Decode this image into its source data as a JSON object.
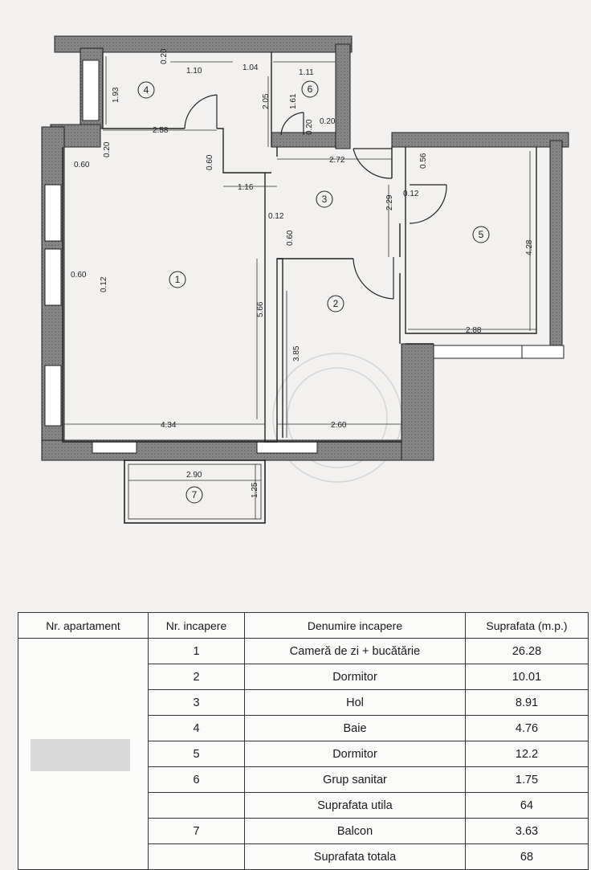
{
  "floor_plan": {
    "rooms": [
      {
        "number": "1"
      },
      {
        "number": "2"
      },
      {
        "number": "3"
      },
      {
        "number": "4"
      },
      {
        "number": "5"
      },
      {
        "number": "6"
      },
      {
        "number": "7"
      }
    ],
    "dimensions": {
      "d_1_10": "1.10",
      "d_1_04": "1.04",
      "d_1_11": "1.11",
      "d_1_93": "1.93",
      "d_0_20_a": "0.20",
      "d_2_05": "2.05",
      "d_1_61": "1.61",
      "d_0_20_b": "0.20",
      "d_0_20_c": "0.20",
      "d_2_58": "2.58",
      "d_0_20_d": "0.20",
      "d_0_60_a": "0.60",
      "d_0_60_b": "0.60",
      "d_1_16": "1.16",
      "d_2_72": "2.72",
      "d_0_56": "0.56",
      "d_2_29": "2.29",
      "d_0_12_a": "0.12",
      "d_0_12_b": "0.12",
      "d_0_60_c": "0.60",
      "d_0_60_d": "0.60",
      "d_0_12_c": "0.12",
      "d_4_28": "4.28",
      "d_5_66": "5.66",
      "d_3_85": "3.85",
      "d_2_88": "2.88",
      "d_4_34": "4.34",
      "d_2_60": "2.60",
      "d_2_90": "2.90",
      "d_1_25": "1.25"
    }
  },
  "table": {
    "headers": [
      "Nr. apartament",
      "Nr. incapere",
      "Denumire incapere",
      "Suprafata (m.p.)"
    ],
    "rows": [
      {
        "nr": "1",
        "name": "Cameră de zi + bucătărie",
        "area": "26.28"
      },
      {
        "nr": "2",
        "name": "Dormitor",
        "area": "10.01"
      },
      {
        "nr": "3",
        "name": "Hol",
        "area": "8.91"
      },
      {
        "nr": "4",
        "name": "Baie",
        "area": "4.76"
      },
      {
        "nr": "5",
        "name": "Dormitor",
        "area": "12.2"
      },
      {
        "nr": "6",
        "name": "Grup sanitar",
        "area": "1.75"
      },
      {
        "nr": "",
        "name": "Suprafata utila",
        "area": "64"
      },
      {
        "nr": "7",
        "name": "Balcon",
        "area": "3.63"
      },
      {
        "nr": "",
        "name": "Suprafata totala",
        "area": "68"
      }
    ]
  }
}
